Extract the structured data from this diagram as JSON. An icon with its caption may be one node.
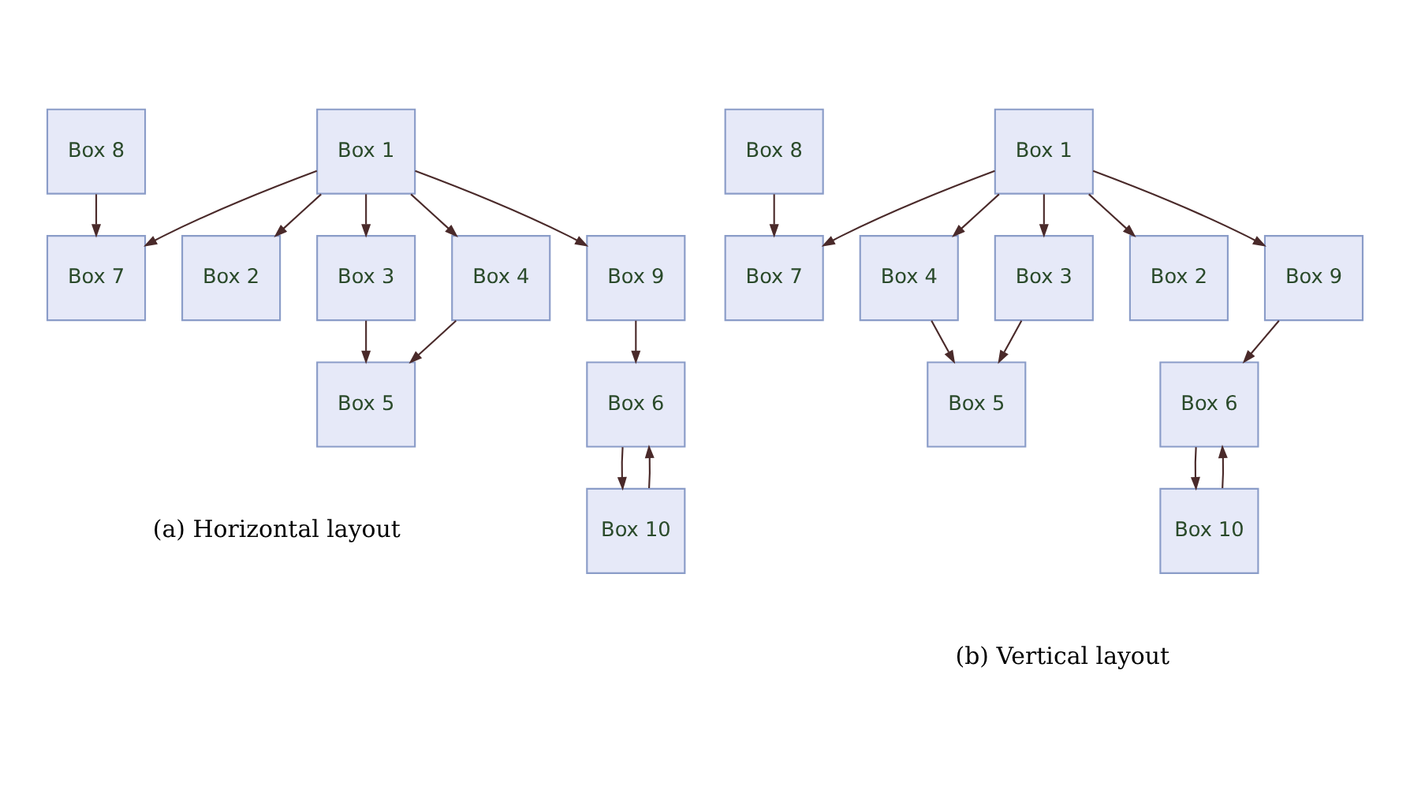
{
  "diagram": {
    "nodes": [
      {
        "text": [
          "Box 1"
        ]
      },
      {
        "text": [
          "Box 9"
        ]
      },
      {
        "text": [
          "Box 6"
        ]
      },
      {
        "text": [
          "Box 10"
        ]
      },
      {
        "text": [
          "Box 2"
        ]
      },
      {
        "text": [
          "Box 7"
        ]
      },
      {
        "text": [
          "Box 3"
        ]
      },
      {
        "text": [
          "Box 8"
        ]
      },
      {
        "text": [
          "Box 4"
        ]
      },
      {
        "text": [
          "Box 5"
        ]
      },
      {
        "text": [
          "Box 1"
        ]
      },
      {
        "text": [
          "Box 4"
        ]
      },
      {
        "text": [
          "Box 3"
        ]
      },
      {
        "text": [
          "Box 2"
        ]
      },
      {
        "text": [
          "Box 9"
        ]
      },
      {
        "text": [
          "Box 8"
        ]
      },
      {
        "text": [
          "Box 5"
        ]
      },
      {
        "text": [
          "Box 6"
        ]
      },
      {
        "text": [
          "Box 7"
        ]
      },
      {
        "text": [
          "Box 10"
        ]
      }
    ],
    "edges": [
      {
        "from": 0,
        "to": 1,
        "arrow": "to"
      },
      {
        "from": 0,
        "to": 4,
        "arrow": "to"
      },
      {
        "from": 0,
        "to": 5,
        "arrow": "to"
      },
      {
        "from": 0,
        "to": 6,
        "arrow": "to"
      },
      {
        "from": 0,
        "to": 8,
        "arrow": "to"
      },
      {
        "from": 1,
        "to": 2,
        "arrow": "to"
      },
      {
        "from": 2,
        "to": 3,
        "arrow": "to"
      },
      {
        "from": 3,
        "to": 2,
        "arrow": "to"
      },
      {
        "from": 6,
        "to": 9,
        "arrow": "to"
      },
      {
        "from": 8,
        "to": 9,
        "arrow": "to"
      },
      {
        "from": 7,
        "to": 5,
        "arrow": "to"
      },
      {
        "from": 10,
        "to": 11,
        "arrow": "to"
      },
      {
        "from": 10,
        "to": 12,
        "arrow": "to"
      },
      {
        "from": 10,
        "to": 13,
        "arrow": "to"
      },
      {
        "from": 10,
        "to": 14,
        "arrow": "to"
      },
      {
        "from": 10,
        "to": 18,
        "arrow": "to"
      },
      {
        "from": 11,
        "to": 16,
        "arrow": "to"
      },
      {
        "from": 12,
        "to": 16,
        "arrow": "to"
      },
      {
        "from": 15,
        "to": 18,
        "arrow": "to"
      },
      {
        "from": 14,
        "to": 17,
        "arrow": "to"
      },
      {
        "from": 17,
        "to": 19,
        "arrow": "to"
      },
      {
        "from": 19,
        "to": 17,
        "arrow": "to"
      }
    ],
    "labels": [
      "(a) Horizontal layout",
      "(b) Vertical layout"
    ]
  }
}
